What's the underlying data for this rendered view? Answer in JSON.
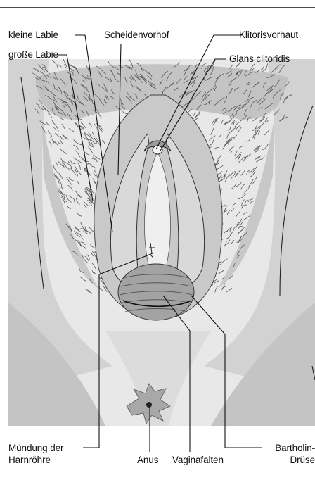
{
  "labels": {
    "kleine_labie": "kleine Labie",
    "scheidenvorhof": "Scheidenvorhof",
    "klitorisvorhaut": "Klitorisvorhaut",
    "grosse_labie": "große Labie",
    "glans_clitoridis": "Glans clitoridis",
    "muendung_line1": "Mündung der",
    "muendung_line2": "Harnröhre",
    "anus": "Anus",
    "vaginafalten": "Vaginafalten",
    "bartholin_line1": "Bartholin-",
    "bartholin_line2": "Drüse"
  },
  "colors": {
    "background_panel": "#e9e9e9",
    "thigh_shade": "#cfcfcf",
    "labia_majora": "#c9c9c9",
    "labia_minora": "#d8d8d8",
    "vestibule": "#efefef",
    "vaginal_folds": "#9c9c9c",
    "hair": "#6a6a6a",
    "lines": "#111111"
  }
}
